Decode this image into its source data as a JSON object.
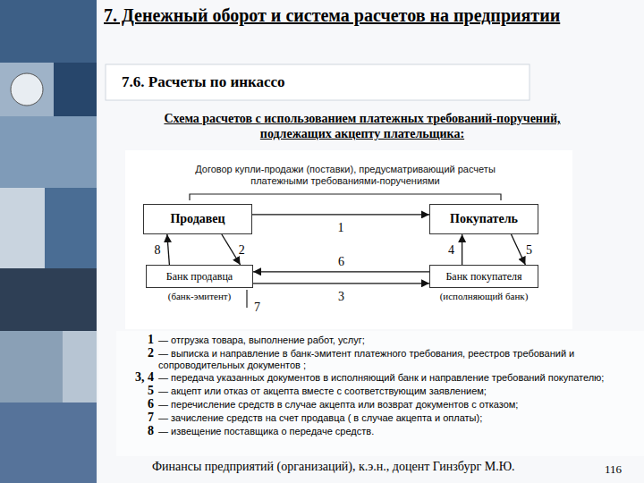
{
  "diagram": {
    "title": "7. Денежный оборот и система расчетов на предприятии",
    "nodes": [
      {
        "text": [
          "Продавец"
        ]
      },
      {
        "text": [
          "Покупатель"
        ]
      },
      {
        "text": [
          "Банк продавца",
          "(банк-эмитент)"
        ]
      },
      {
        "text": [
          "Банк покупателя",
          "(исполняющий банк)"
        ]
      }
    ],
    "edges": [
      {
        "from": 0,
        "to": 1,
        "arrow": "to",
        "label": "1"
      },
      {
        "from": 0,
        "to": 2,
        "arrow": "to",
        "label": "2"
      },
      {
        "from": 2,
        "to": 0,
        "arrow": "to",
        "label": "8"
      },
      {
        "from": 2,
        "to": 3,
        "arrow": "to",
        "label": "3"
      },
      {
        "from": 3,
        "to": 2,
        "arrow": "to",
        "label": "6"
      },
      {
        "from": 3,
        "to": 1,
        "arrow": "to",
        "label": "4"
      },
      {
        "from": 1,
        "to": 3,
        "arrow": "to",
        "label": "5"
      }
    ],
    "labels": [
      "7.6. Расчеты по инкассо",
      "Схема расчетов с использованием платежных требований-поручений, подлежащих акцепту плательщика:",
      "Договор купли-продажи (поставки), предусматривающий расчеты платежными требованиями-поручениями",
      "7",
      "1",
      "— отгрузка товара, выполнение работ, услуг;",
      "2",
      "— выписка и направление в банк-эмитент платежного требования, реестров требований и сопроводительных документов ;",
      "3, 4",
      "— передача указанных документов в исполняющий банк и направление требований покупателю;",
      "5",
      "— акцепт или отказ от акцепта вместе с соответствующим заявлением;",
      "6",
      "— перечисление средств в случае акцепта или возврат документов с отказом;",
      "7",
      "— зачисление средств на счет продавца ( в случае акцепта и оплаты);",
      "8",
      "— извещение поставщика о передаче средств.",
      "Финансы предприятий (организаций), к.э.н., доцент Гинзбург М.Ю.",
      "116"
    ]
  }
}
